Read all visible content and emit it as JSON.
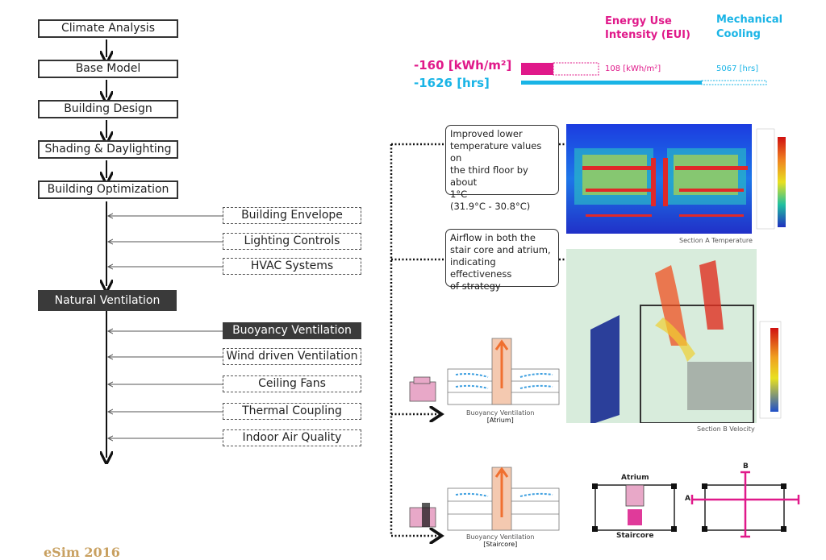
{
  "workflow": {
    "steps": [
      "Climate Analysis",
      "Base Model",
      "Building Design",
      "Shading & Daylighting",
      "Building Optimization"
    ],
    "optimization_items": [
      "Building Envelope",
      "Lighting Controls",
      "HVAC Systems"
    ],
    "natural_ventilation": "Natural Ventilation",
    "ventilation_items": [
      "Buoyancy Ventilation",
      "Wind driven Ventilation",
      "Ceiling Fans",
      "Thermal Coupling",
      "Indoor Air Quality"
    ]
  },
  "metrics": {
    "eui_header": [
      "Energy Use",
      "Intensity (EUI)"
    ],
    "cooling_header": [
      "Mechanical",
      "Cooling"
    ],
    "eui_delta": "-160 [kWh/m²]",
    "cooling_delta": "-1626 [hrs]",
    "eui_value": "108 [kWh/m²]",
    "cooling_value": "5067 [hrs]",
    "colors": {
      "eui": "#e0198a",
      "cooling": "#19b4e6"
    }
  },
  "notes": {
    "temperature": [
      "Improved lower",
      "temperature values on",
      "the third floor by about",
      "1°C",
      "(31.9°C - 30.8°C)"
    ],
    "airflow": [
      "Airflow in both the",
      "stair core and atrium,",
      "indicating effectiveness",
      "of strategy"
    ]
  },
  "captions": {
    "section_a": "Section A Temperature",
    "section_b": "Section B Velocity",
    "atrium_title": "Buoyancy Ventilation",
    "atrium_sub": "[Atrium]",
    "staircore_title": "Buoyancy Ventilation",
    "staircore_sub": "[Staircore]",
    "plan_atrium": "Atrium",
    "plan_staircore": "Staircore",
    "section_label_a": "A",
    "section_label_b": "B"
  },
  "footer": {
    "logo_text": "eSim 2016"
  }
}
